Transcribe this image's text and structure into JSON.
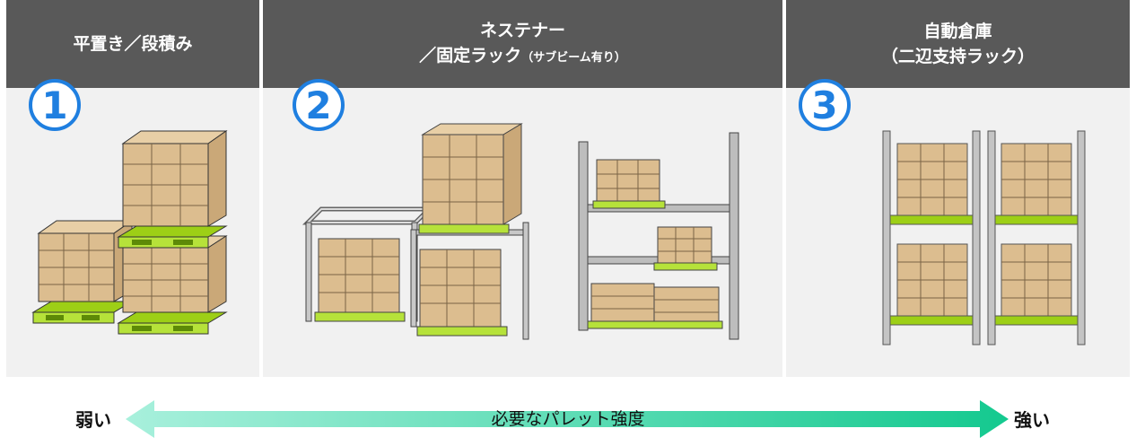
{
  "panels": [
    {
      "number": "1",
      "title_line1": "平置き／段積み",
      "title_line2": "",
      "title_note": ""
    },
    {
      "number": "2",
      "title_line1": "ネステナー",
      "title_line2": "／固定ラック",
      "title_note": "（サブビーム有り）"
    },
    {
      "number": "3",
      "title_line1": "自動倉庫",
      "title_line2": "（二辺支持ラック）",
      "title_note": ""
    }
  ],
  "strength_axis": {
    "low_label": "弱い",
    "high_label": "強い",
    "caption": "必要なパレット強度"
  },
  "colors": {
    "header": "#595959",
    "panel_bg": "#f1f1f1",
    "badge": "#1f7fe0",
    "box": "#dcbd8f",
    "pallet": "#9dcf16",
    "arrow_start": "#a8f0dc",
    "arrow_end": "#14c98f",
    "rack": "#b9b9b9"
  }
}
